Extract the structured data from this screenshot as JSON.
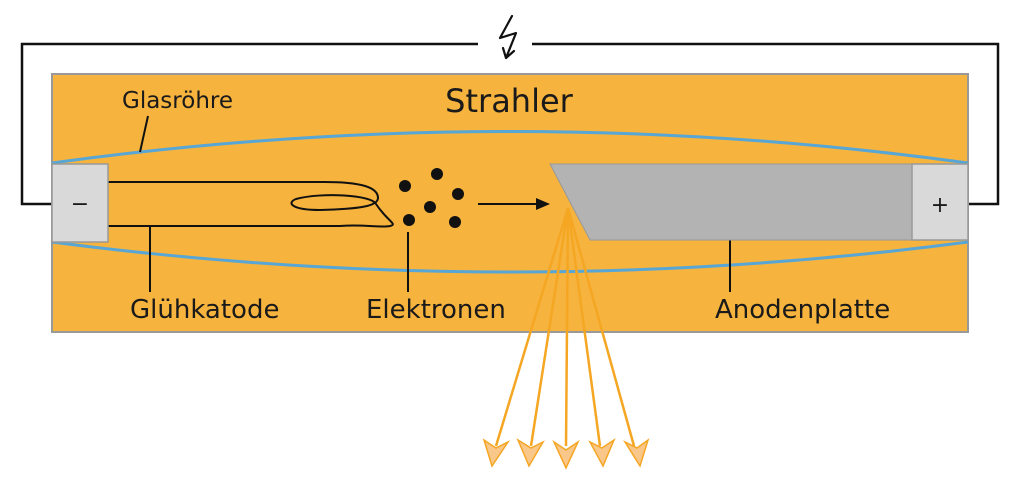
{
  "title": "Strahler",
  "labels": {
    "glass_tube": "Glasröhre",
    "cathode": "Glühkatode",
    "electrons": "Elektronen",
    "anode": "Anodenplatte"
  },
  "terminals": {
    "negative": "−",
    "positive": "+"
  },
  "colors": {
    "housing": "#f6b33d",
    "housing_border": "#999999",
    "glass": "#58a6d6",
    "anode": "#b3b3b3",
    "rays": "#f5a623",
    "terminal": "#d9d9d9"
  },
  "icons": {
    "voltage": "lightning-bolt-icon"
  }
}
